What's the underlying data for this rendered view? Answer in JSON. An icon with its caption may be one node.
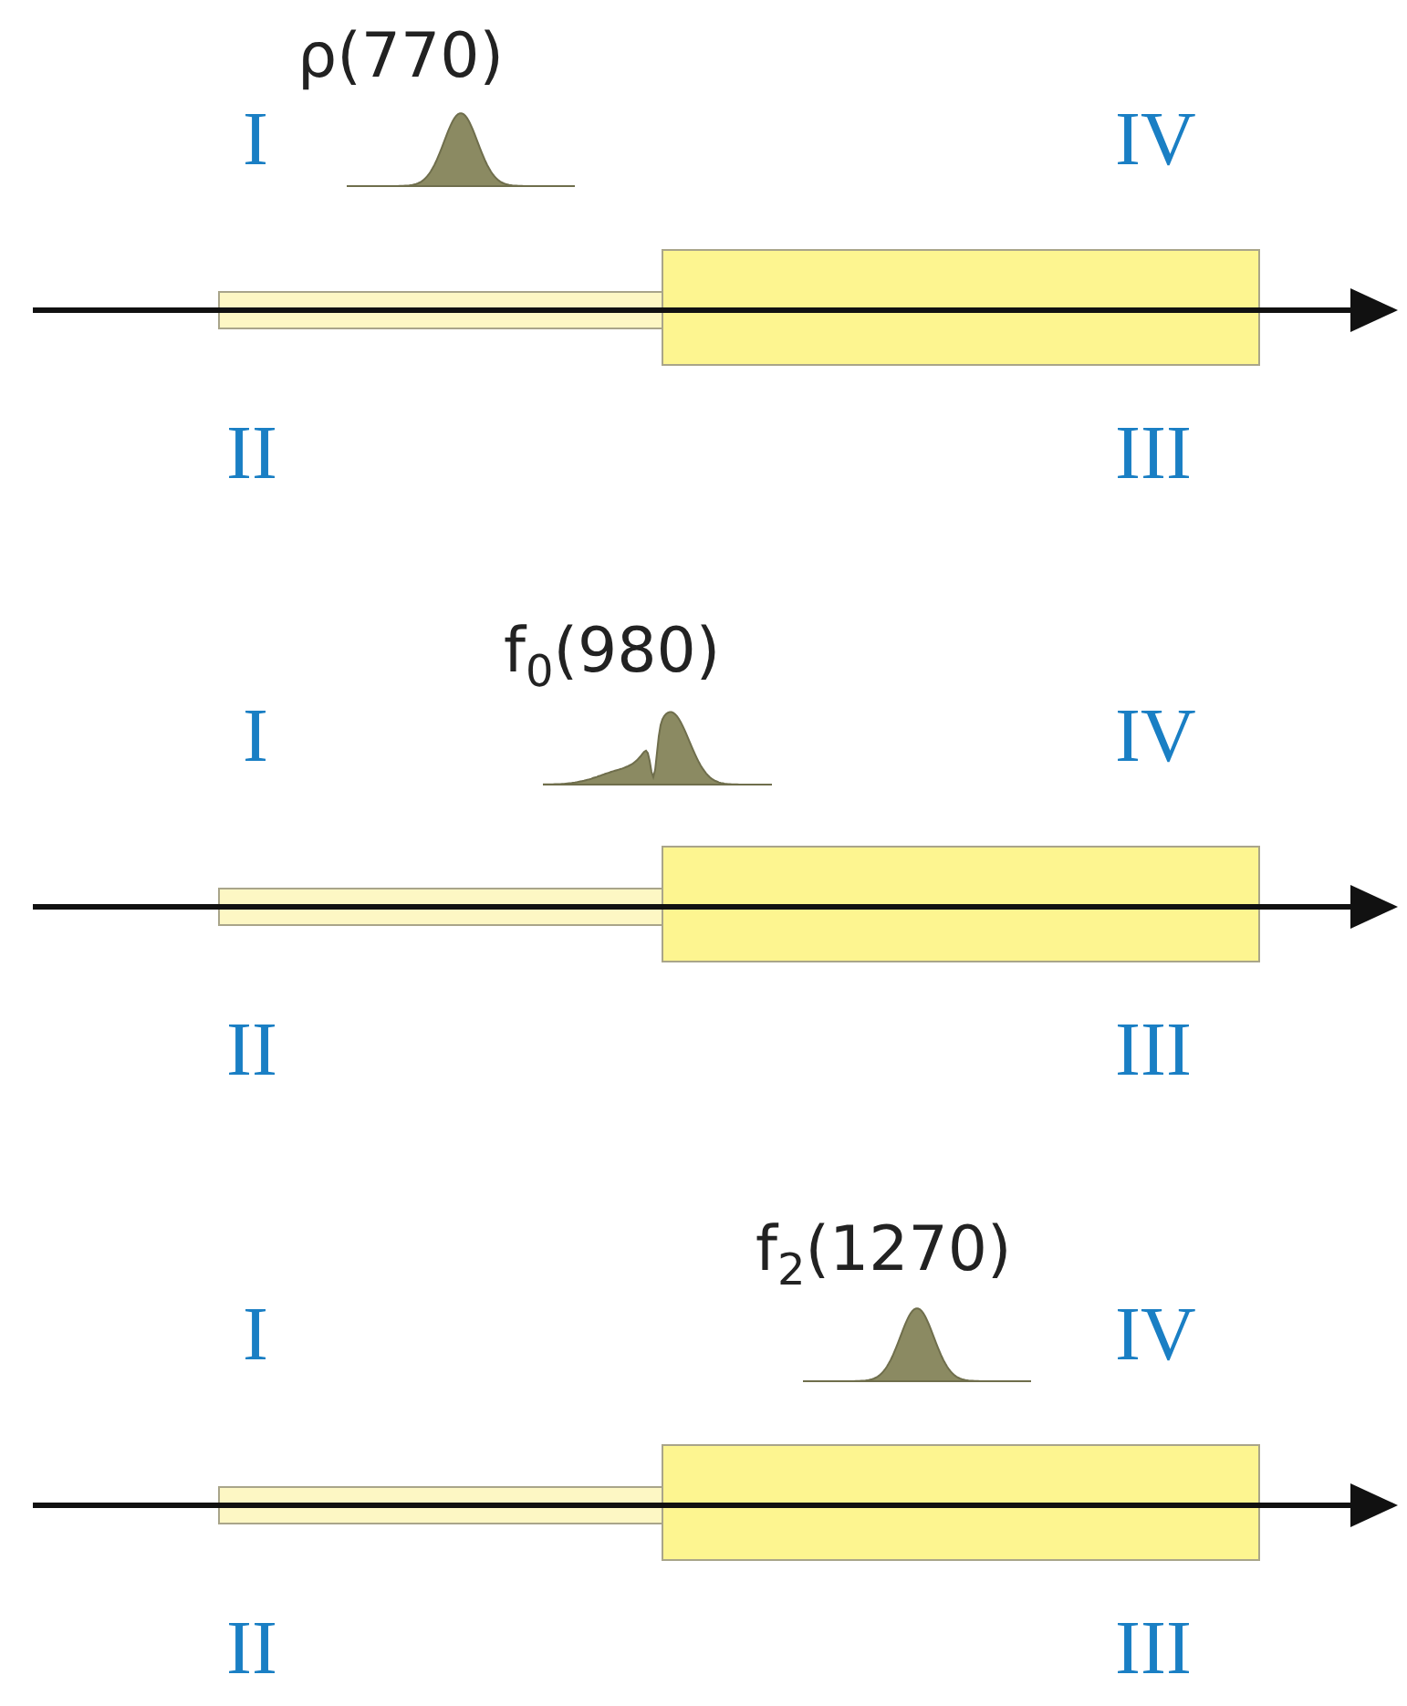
{
  "diagram": {
    "labels": [
      "ρ(770)",
      "I",
      "IV",
      "II",
      "III",
      "f$_{0}$(980)",
      "I",
      "IV",
      "II",
      "III",
      "f$_{2}$(1270)",
      "I",
      "IV",
      "II",
      "III"
    ]
  }
}
